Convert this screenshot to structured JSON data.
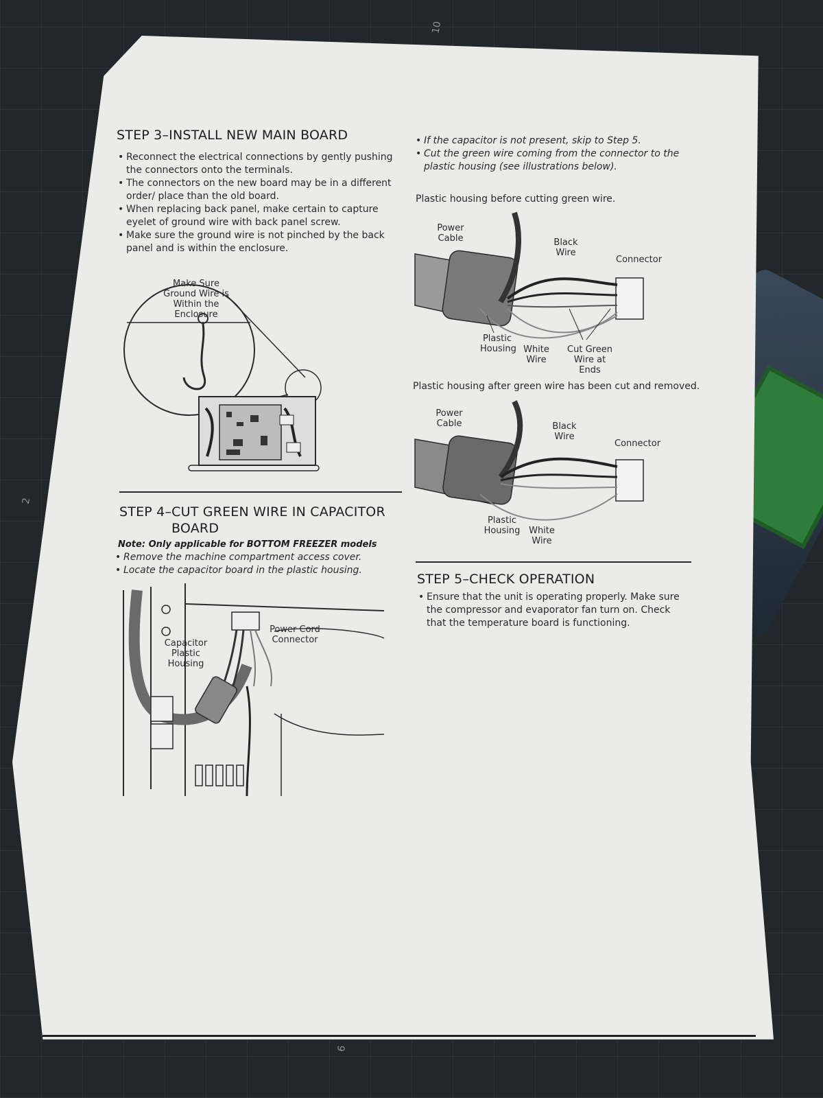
{
  "mat": {
    "numbers": [
      "10",
      "2",
      "6"
    ]
  },
  "step3": {
    "title": "STEP 3–INSTALL NEW MAIN BOARD",
    "bullets": [
      "Reconnect the electrical connections by gently pushing the connectors onto the terminals.",
      "The connectors on the new board may be in a different order/ place than the old board.",
      "When replacing back panel, make certain to capture eyelet of ground wire with back panel screw.",
      "Make sure the ground wire is not pinched by the back panel and is within the enclosure."
    ],
    "figure_label": "Make Sure Ground Wire is Within the Enclosure"
  },
  "step4": {
    "title_line1": "STEP 4–CUT GREEN WIRE IN CAPACITOR",
    "title_line2": "BOARD",
    "note_bold": "Note: Only applicable for BOTTOM FREEZER models",
    "bullets": [
      "Remove the machine compartment access cover.",
      "Locate the capacitor board in the plastic housing."
    ],
    "figure_labels": {
      "capacitor": "Capacitor Plastic Housing",
      "power_cord": "Power Cord Connector"
    }
  },
  "right_col": {
    "bullets": [
      "If the capacitor is not present, skip to Step 5.",
      "Cut the green wire coming from the connector to the plastic housing (see illustrations below)."
    ],
    "caption_before": "Plastic housing before cutting green wire.",
    "caption_after": "Plastic housing after green wire has been cut and removed.",
    "fig1_labels": {
      "power_cable": "Power Cable",
      "black_wire": "Black Wire",
      "connector": "Connector",
      "plastic_housing": "Plastic Housing",
      "white_wire": "White Wire",
      "cut_green": "Cut Green Wire at Ends"
    },
    "fig2_labels": {
      "power_cable": "Power Cable",
      "black_wire": "Black Wire",
      "connector": "Connector",
      "plastic_housing": "Plastic Housing",
      "white_wire": "White Wire"
    }
  },
  "step5": {
    "title": "STEP 5–CHECK OPERATION",
    "bullets": [
      "Ensure that the unit is operating properly. Make sure the compressor and evaporator fan turn on. Check that the temperature board is functioning."
    ]
  }
}
